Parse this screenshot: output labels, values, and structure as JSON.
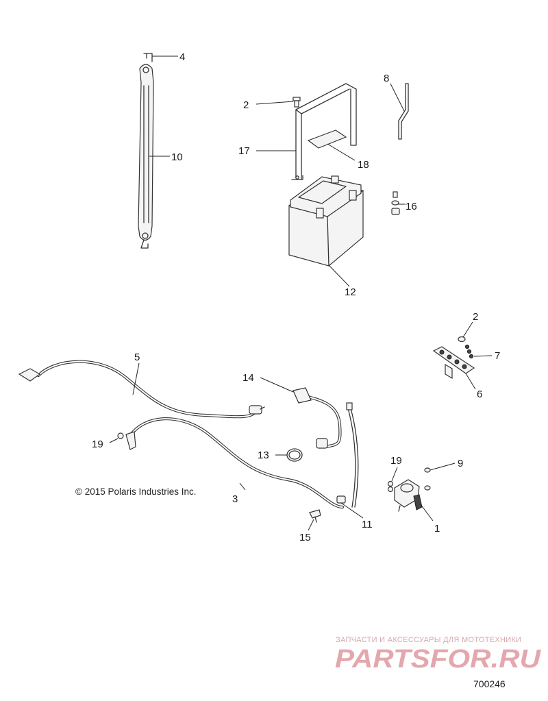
{
  "callouts": [
    {
      "id": "c4",
      "text": "4"
    },
    {
      "id": "c10",
      "text": "10"
    },
    {
      "id": "c8",
      "text": "8"
    },
    {
      "id": "c2a",
      "text": "2"
    },
    {
      "id": "c17",
      "text": "17"
    },
    {
      "id": "c18",
      "text": "18"
    },
    {
      "id": "c16",
      "text": "16"
    },
    {
      "id": "c12",
      "text": "12"
    },
    {
      "id": "c2b",
      "text": "2"
    },
    {
      "id": "c7",
      "text": "7"
    },
    {
      "id": "c6",
      "text": "6"
    },
    {
      "id": "c5",
      "text": "5"
    },
    {
      "id": "c14",
      "text": "14"
    },
    {
      "id": "c19a",
      "text": "19"
    },
    {
      "id": "c13",
      "text": "13"
    },
    {
      "id": "c19b",
      "text": "19"
    },
    {
      "id": "c9",
      "text": "9"
    },
    {
      "id": "c3",
      "text": "3"
    },
    {
      "id": "c11",
      "text": "11"
    },
    {
      "id": "c1",
      "text": "1"
    },
    {
      "id": "c15",
      "text": "15"
    }
  ],
  "copyright": "© 2015 Polaris Industries Inc.",
  "watermark": {
    "tagline": "ЗАПЧАСТИ И АКСЕССУАРЫ ДЛЯ МОТОТЕХНИКИ",
    "logo_text": "PARTSFOR.RU",
    "color": "#e3a7ad"
  },
  "diagram_number": "700246"
}
